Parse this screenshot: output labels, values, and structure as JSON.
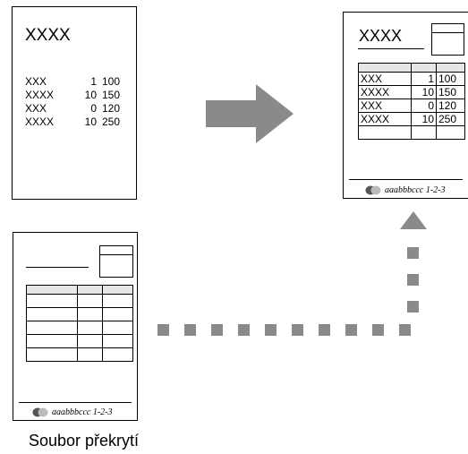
{
  "source_doc": {
    "title": "XXXX",
    "rows": [
      {
        "name": "XXX",
        "qty": "1",
        "value": "100"
      },
      {
        "name": "XXXX",
        "qty": "10",
        "value": "150"
      },
      {
        "name": "XXX",
        "qty": "0",
        "value": "120"
      },
      {
        "name": "XXXX",
        "qty": "10",
        "value": "250"
      }
    ]
  },
  "result_doc": {
    "title": "XXXX",
    "rows": [
      {
        "name": "XXX",
        "qty": "1",
        "value": "100"
      },
      {
        "name": "XXXX",
        "qty": "10",
        "value": "150"
      },
      {
        "name": "XXX",
        "qty": "0",
        "value": "120"
      },
      {
        "name": "XXXX",
        "qty": "10",
        "value": "250"
      }
    ],
    "footer": "aaabbbccc 1-2-3"
  },
  "overlay_doc": {
    "footer": "aaabbbccc 1-2-3",
    "caption": "Soubor překrytí"
  },
  "colors": {
    "arrow": "#8a8a8a",
    "header_fill": "#e6e6e6"
  },
  "icons": {
    "logo": "overlapping-circles-icon",
    "main_arrow": "right-arrow-icon",
    "up_arrow": "up-arrow-icon"
  }
}
